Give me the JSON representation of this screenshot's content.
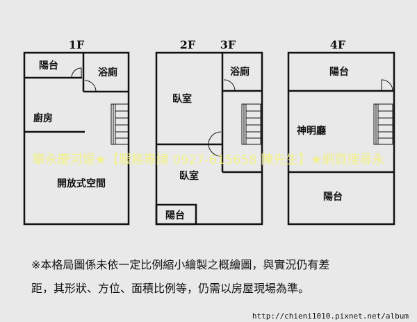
{
  "floors": {
    "f1": {
      "label": "1F",
      "rooms": {
        "balcony": "陽台",
        "bathroom": "浴廁",
        "kitchen": "廚房",
        "open_space": "開放式空間"
      }
    },
    "f2": {
      "label": "2F",
      "rooms": {
        "bedroom_top": "臥室",
        "bedroom_bottom": "臥室",
        "balcony": "陽台"
      }
    },
    "f3": {
      "label": "3F",
      "rooms": {
        "bathroom": "浴廁"
      }
    },
    "f4": {
      "label": "4F",
      "rooms": {
        "balcony_top": "陽台",
        "shrine_hall": "神明廳",
        "balcony_bottom": "陽台"
      }
    }
  },
  "watermark": "攀永慶河堤★【服務專線 0927-615658 陳先生】★網頁搜尋永",
  "notes": {
    "line1": "※本格局圖係未依一定比例縮小繪製之概繪圖，與實況仍有差",
    "line2": "距，其形狀、方位、面積比例等，仍需以房屋現場為準。"
  },
  "url": "http://chieni1010.pixnet.net/album"
}
